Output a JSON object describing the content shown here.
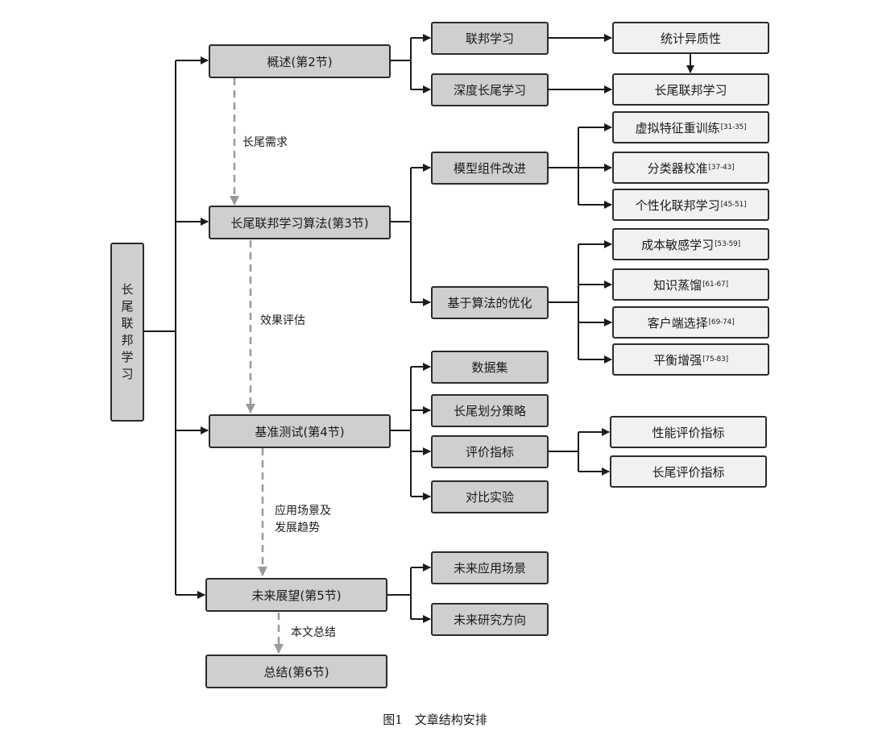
{
  "root": {
    "chars": [
      "长",
      "尾",
      "联",
      "邦",
      "学",
      "习"
    ]
  },
  "sections": {
    "overview": "概述(第2节)",
    "algorithms": "长尾联邦学习算法(第3节)",
    "benchmark": "基准测试(第4节)",
    "outlook": "未来展望(第5节)",
    "summary": "总结(第6节)"
  },
  "overview_items": {
    "federated_learning": "联邦学习",
    "deep_long_tail": "深度长尾学习",
    "statistical_heterogeneity": "统计异质性",
    "long_tail_federated": "长尾联邦学习"
  },
  "algorithm_groups": {
    "component_improvement": "模型组件改进",
    "algorithm_optimization": "基于算法的优化"
  },
  "component_methods": [
    {
      "label": "虚拟特征重训练",
      "ref": "[31-35]"
    },
    {
      "label": "分类器校准",
      "ref": "[37-43]"
    },
    {
      "label": "个性化联邦学习",
      "ref": "[45-51]"
    }
  ],
  "optimization_methods": [
    {
      "label": "成本敏感学习",
      "ref": "[53-59]"
    },
    {
      "label": "知识蒸馏",
      "ref": "[61-67]"
    },
    {
      "label": "客户端选择",
      "ref": "[69-74]"
    },
    {
      "label": "平衡增强",
      "ref": "[75-83]"
    }
  ],
  "benchmark_items": {
    "dataset": "数据集",
    "partition": "长尾划分策略",
    "metrics": "评价指标",
    "experiments": "对比实验"
  },
  "metric_items": {
    "performance": "性能评价指标",
    "long_tail": "长尾评价指标"
  },
  "outlook_items": {
    "scenarios": "未来应用场景",
    "directions": "未来研究方向"
  },
  "flow_labels": {
    "long_tail_demand": "长尾需求",
    "effect_evaluation": "效果评估",
    "application_trend_1": "应用场景及",
    "application_trend_2": "发展趋势",
    "paper_summary": "本文总结"
  },
  "caption": "图1　文章结构安排"
}
